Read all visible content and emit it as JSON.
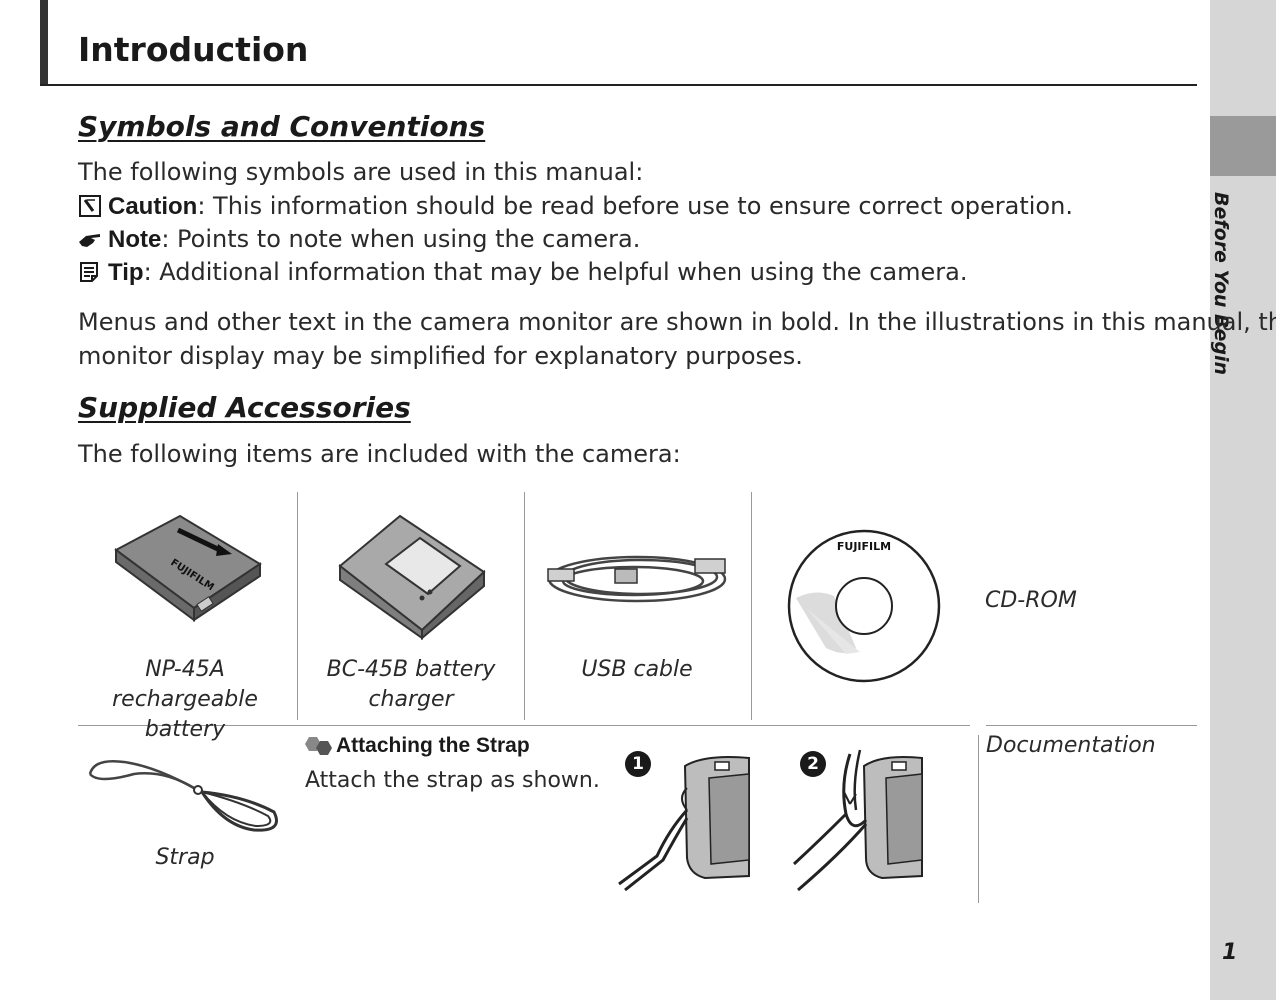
{
  "header": {
    "title": "Introduction"
  },
  "side_tab": {
    "label": "Before You Begin"
  },
  "page_number": "1",
  "symbols_section": {
    "heading": "Symbols and Conventions",
    "intro": "The following symbols are used in this manual:",
    "items": [
      {
        "icon": "caution-icon",
        "term": "Caution",
        "text": ": This information should be read before use to ensure correct operation."
      },
      {
        "icon": "note-hand-icon",
        "term": "Note",
        "text": ": Points to note when using the camera."
      },
      {
        "icon": "tip-memo-icon",
        "term": "Tip",
        "text": ": Additional information that may be helpful when using the camera."
      }
    ],
    "paragraph_line1": "Menus and other text in the camera monitor are shown in bold. In the illustrations in this manual, the",
    "paragraph_line2": "monitor display may be simplified for explanatory purposes."
  },
  "accessories_section": {
    "heading": "Supplied Accessories",
    "intro": "The following items are included with the camera:",
    "items": [
      {
        "line1": "NP-45A rechargeable",
        "line2": "battery"
      },
      {
        "line1": "BC-45B battery",
        "line2": "charger"
      },
      {
        "line1": "USB cable",
        "line2": ""
      },
      {
        "line1": "CD-ROM",
        "line2": ""
      },
      {
        "line1": "Strap",
        "line2": ""
      },
      {
        "line1": "Documentation",
        "line2": ""
      }
    ],
    "battery_brand": "FUJIFILM",
    "cd_brand": "FUJIFILM",
    "strap_box": {
      "title": "Attaching the Strap",
      "text": "Attach the strap as shown.",
      "steps": [
        "1",
        "2"
      ]
    }
  }
}
